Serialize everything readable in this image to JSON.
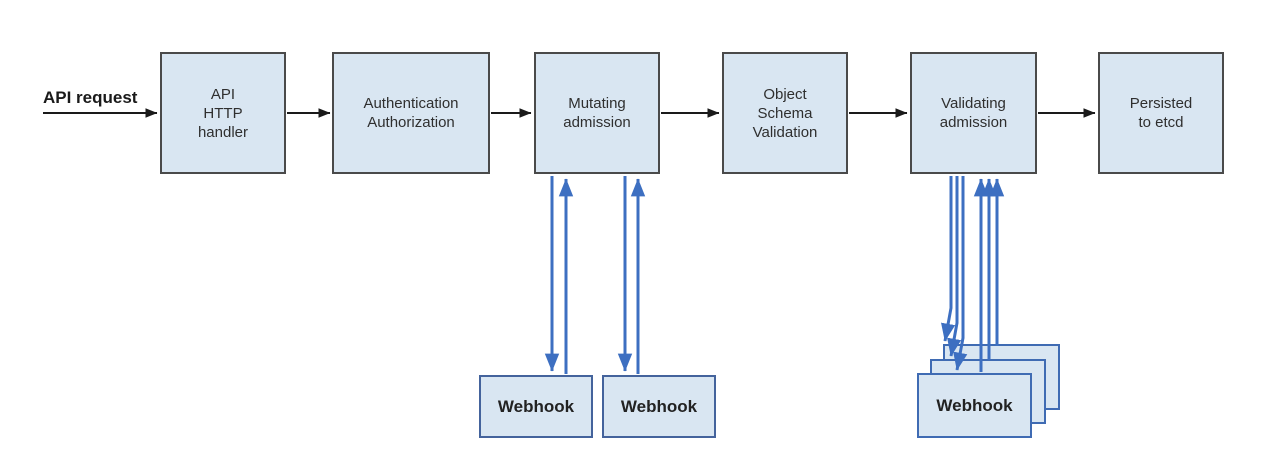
{
  "colors": {
    "box_fill": "#d9e6f2",
    "box_border": "#4a4a4a",
    "webhook_border": "#44639c",
    "stack_border": "#3f6bb3",
    "arrow_blue": "#3d6fc1",
    "arrow_black": "#1a1a1a",
    "text": "#2f2f2f"
  },
  "flow": {
    "request_label": "API request",
    "nodes": [
      {
        "id": "api-http-handler",
        "label": "API\nHTTP\nhandler"
      },
      {
        "id": "authentication-authorization",
        "label": "Authentication\nAuthorization"
      },
      {
        "id": "mutating-admission",
        "label": "Mutating\nadmission"
      },
      {
        "id": "object-schema-validation",
        "label": "Object\nSchema\nValidation"
      },
      {
        "id": "validating-admission",
        "label": "Validating\nadmission"
      },
      {
        "id": "persisted-to-etcd",
        "label": "Persisted\nto etcd"
      }
    ],
    "mutating_webhooks": [
      {
        "label": "Webhook"
      },
      {
        "label": "Webhook"
      }
    ],
    "validating_webhook_stack": {
      "visible_label": "Webhook",
      "stack_count": 3
    }
  }
}
